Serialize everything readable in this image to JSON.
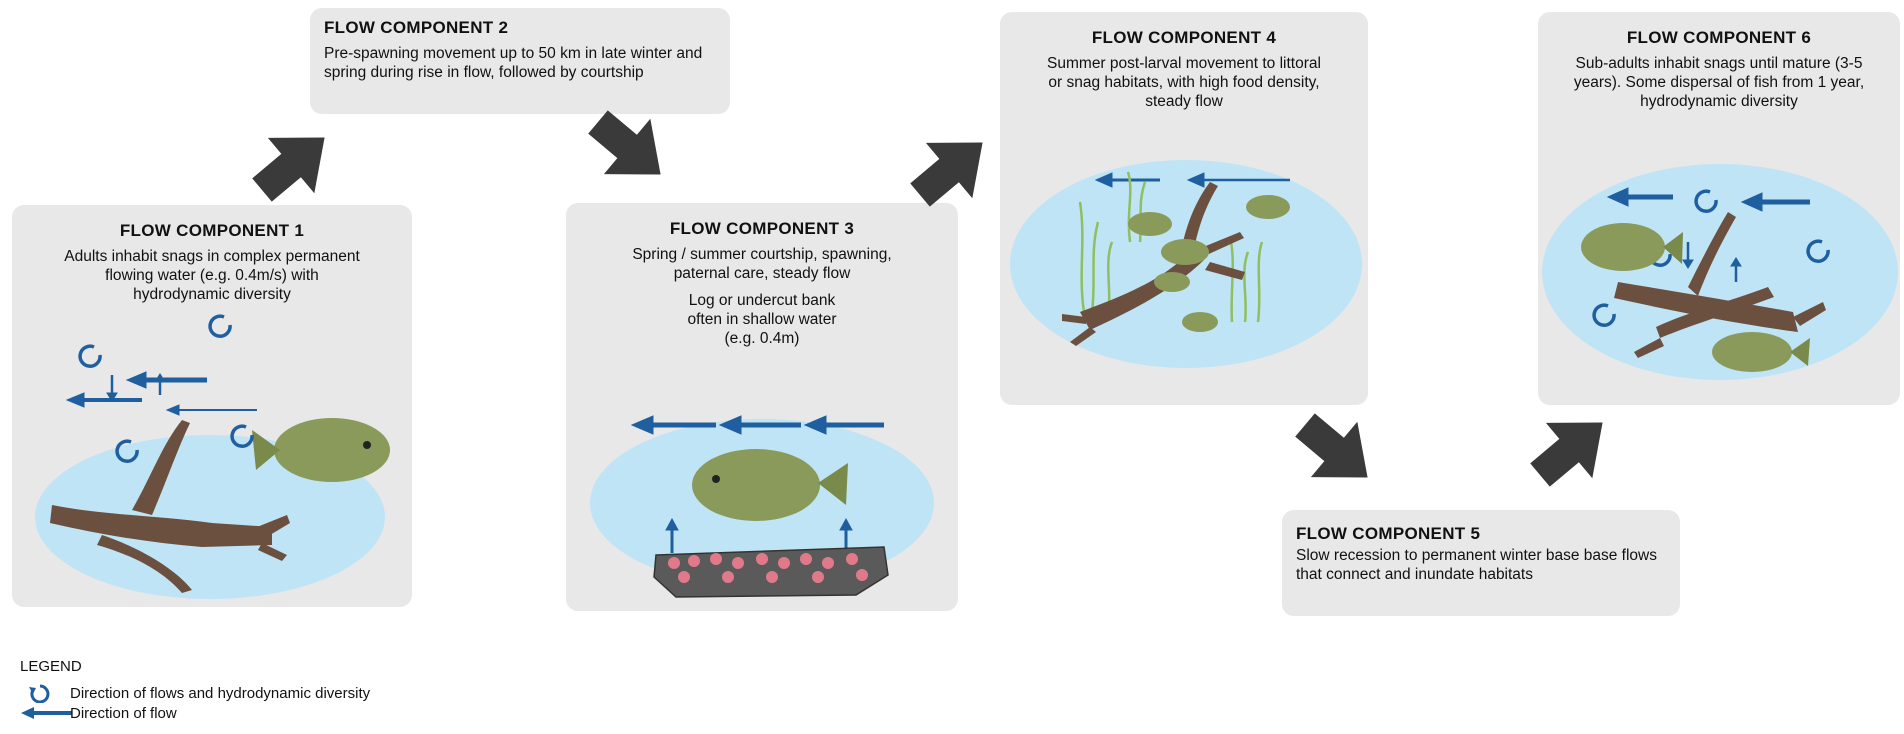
{
  "components": [
    {
      "id": "c1",
      "title": "FLOW COMPONENT 1",
      "desc": "Adults inhabit snags in complex permanent flowing water (e.g. 0.4m/s) with hydrodynamic diversity",
      "desc2": ""
    },
    {
      "id": "c2",
      "title": "FLOW COMPONENT 2",
      "desc": "Pre-spawning movement up to 50 km in late winter and spring during rise in flow, followed by courtship",
      "desc2": ""
    },
    {
      "id": "c3",
      "title": "FLOW COMPONENT 3",
      "desc": "Spring / summer courtship, spawning, paternal care, steady flow",
      "desc2": "Log or undercut bank often in shallow water (e.g. 0.4m)"
    },
    {
      "id": "c4",
      "title": "FLOW COMPONENT 4",
      "desc": "Summer post-larval movement to littoral or snag habitats, with high food density, steady flow",
      "desc2": ""
    },
    {
      "id": "c5",
      "title": "FLOW COMPONENT 5",
      "desc": "Slow recession to permanent winter base base flows that connect and inundate habitats",
      "desc2": ""
    },
    {
      "id": "c6",
      "title": "FLOW COMPONENT 6",
      "desc": "Sub-adults inhabit snags until mature (3-5 years). Some dispersal of fish from 1 year, hydrodynamic diversity",
      "desc2": ""
    }
  ],
  "legend": {
    "title": "LEGEND",
    "items": [
      {
        "icon": "circular-flow-icon",
        "label": "Direction of flows and hydrodynamic diversity"
      },
      {
        "icon": "flow-arrow-icon",
        "label": "Direction of flow"
      }
    ]
  },
  "colors": {
    "card": "#e8e8e8",
    "water": "#bfe4f6",
    "arrow": "#1f5fa0",
    "big_arrow": "#3a3a3a",
    "log": "#6b5040",
    "fish": "#8a9a5a",
    "egg": "#e07a8a"
  }
}
